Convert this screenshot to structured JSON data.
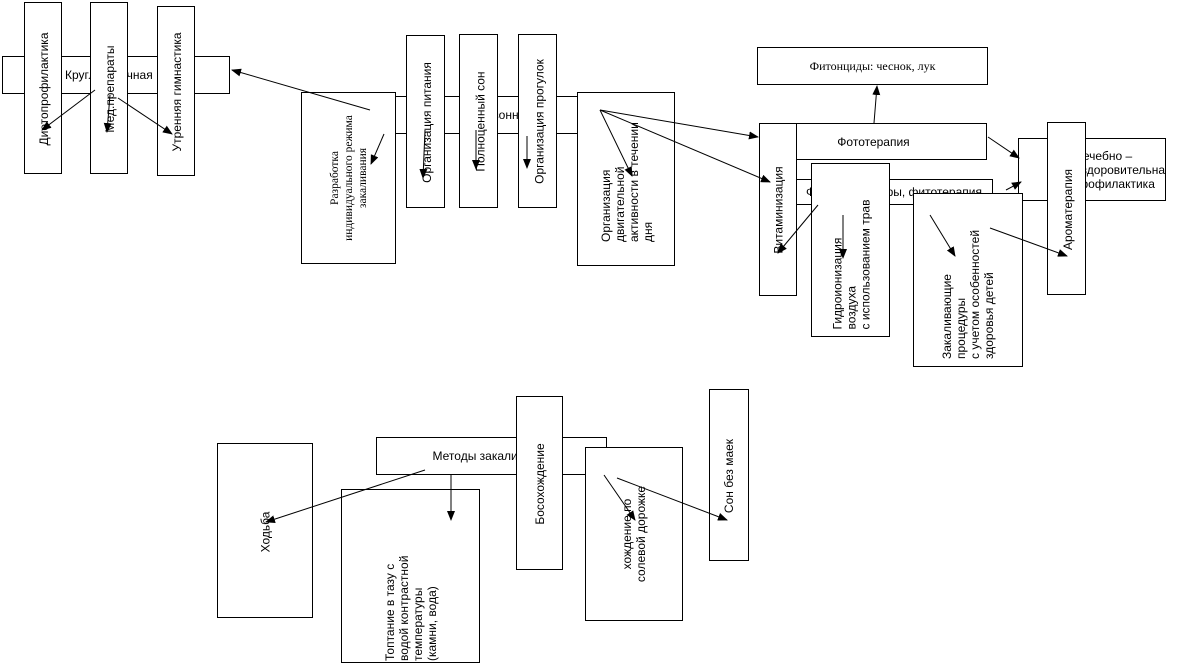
{
  "top": {
    "krug": "Круглогодичная",
    "dieto": "Диетопрофилактика",
    "med": "Мед.препараты",
    "gym": "Утренняя гимнастика",
    "razrab": "Разработка\nиндивидуального режима\nзакаливания",
    "sezon": "Сезонная",
    "pitan": "Организация питания",
    "son": "Полноценный сон",
    "progul": "Организация прогулок",
    "dvig": "Организация\nдвигательной\nактивности в течении\nдня"
  },
  "right": {
    "fitoncid": "Фитонциды: чеснок, лук",
    "foto": "Фототерапия",
    "lech": "Лечебно –\nоздоровительная\nпрофилактика",
    "fizio": "Физиопроцедуры, фитотерапия",
    "vitamin": "Витаминизация",
    "gidro": "Гидроионизация\nвоздуха\nс использованием трав",
    "zakal": "Закаливающие\nпроцедуры\nс учетом особенностей\nздоровья детей",
    "aroma": "Ароматерапия"
  },
  "bottom": {
    "metody": "Методы закаливания",
    "hodba": "Ходьба",
    "toptanie": "Топтание в тазу с\nводой контрастной\nтемпературы\n(камни,  вода)",
    "boso": "Босохождение",
    "solevoy": "хождение по\nсолевой дорожке",
    "son_maek": "Сон без маек"
  }
}
